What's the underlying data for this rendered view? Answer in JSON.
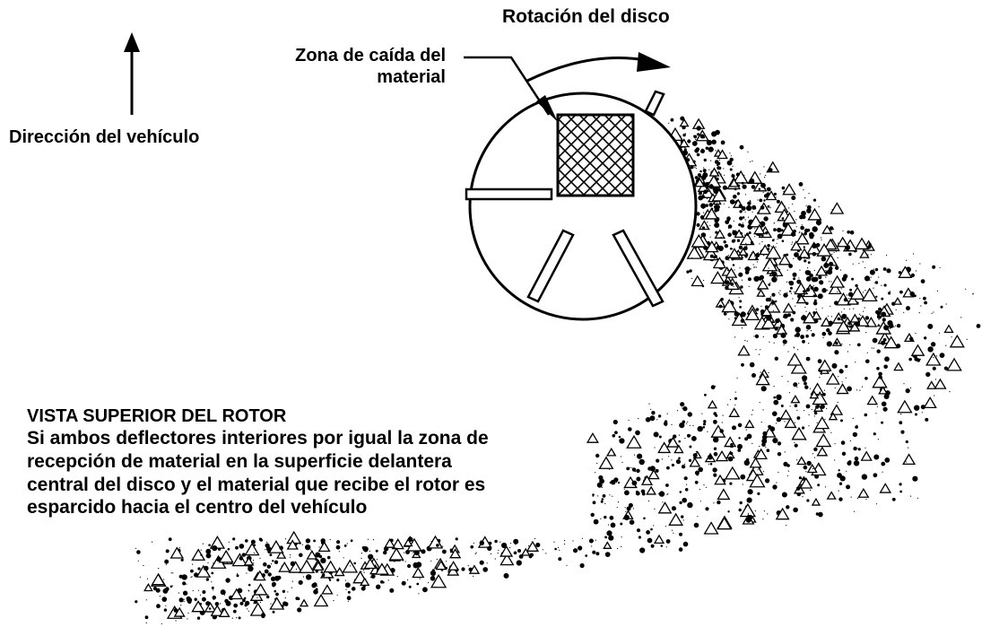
{
  "labels": {
    "rotation": "Rotación del disco",
    "drop_zone_line1": "Zona de caída del",
    "drop_zone_line2": "material",
    "vehicle_direction": "Dirección del vehículo"
  },
  "description": {
    "title": "VISTA SUPERIOR DEL ROTOR",
    "lines": [
      "Si ambos deflectores interiores por igual  la zona de",
      "recepción de material en la superficie delantera",
      "central del disco y el material que recibe el rotor es",
      "esparcido hacia el centro del vehículo"
    ]
  },
  "ink_color": "#000000"
}
